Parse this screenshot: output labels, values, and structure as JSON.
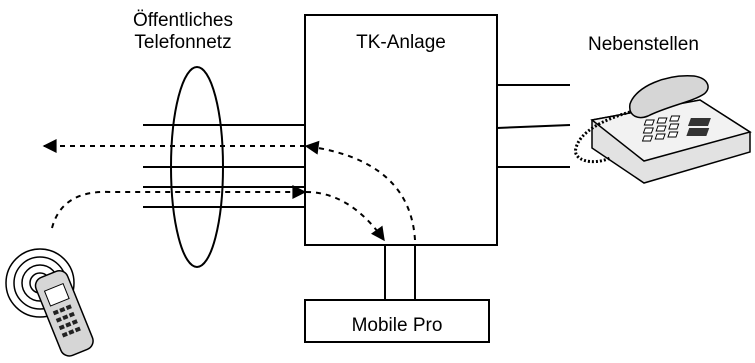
{
  "diagram": {
    "public_network_label_line1": "Öffentliches",
    "public_network_label_line2": "Telefonnetz",
    "pbx_label": "TK-Anlage",
    "extensions_label": "Nebenstellen",
    "mobile_pro_label": "Mobile Pro",
    "icons": [
      "desk-phone-icon",
      "mobile-handset-icon",
      "radio-waves-icon"
    ],
    "line_color": "#000000"
  }
}
